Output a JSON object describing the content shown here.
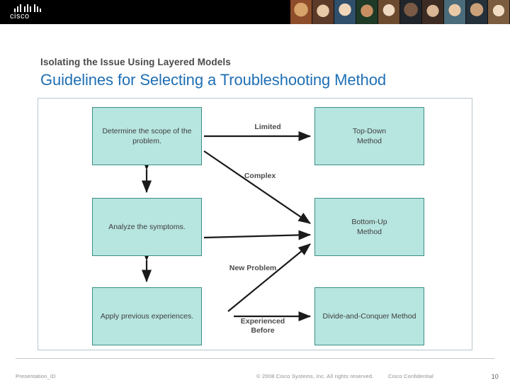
{
  "header": {
    "logo_text": "cisco",
    "logo_name": "cisco-logo"
  },
  "slide": {
    "eyebrow": "Isolating the Issue Using Layered Models",
    "title": "Guidelines for Selecting a Troubleshooting Method"
  },
  "diagram": {
    "nodes": [
      {
        "id": "scope",
        "label": "Determine the scope of the problem."
      },
      {
        "id": "top-down",
        "label": "Top-Down\nMethod"
      },
      {
        "id": "analyze",
        "label": "Analyze the symptoms."
      },
      {
        "id": "bottom-up",
        "label": "Bottom-Up\nMethod"
      },
      {
        "id": "experiences",
        "label": "Apply previous experiences."
      },
      {
        "id": "divide",
        "label": "Divide-and-Conquer Method"
      }
    ],
    "edge_labels": [
      {
        "id": "limited",
        "label": "Limited"
      },
      {
        "id": "complex",
        "label": "Complex"
      },
      {
        "id": "new-problem",
        "label": "New Problem"
      },
      {
        "id": "experienced-before",
        "label": "Experienced\nBefore"
      }
    ]
  },
  "footer": {
    "left": "Presentation_ID",
    "copyright": "© 2008 Cisco Systems, Inc. All rights reserved.",
    "confidential": "Cisco Confidential",
    "page": "10"
  },
  "colors": {
    "title_blue": "#1f6fb4",
    "node_fill": "#b7e5e0",
    "node_border": "#3d8f87",
    "frame_border": "#b9c6cf"
  }
}
